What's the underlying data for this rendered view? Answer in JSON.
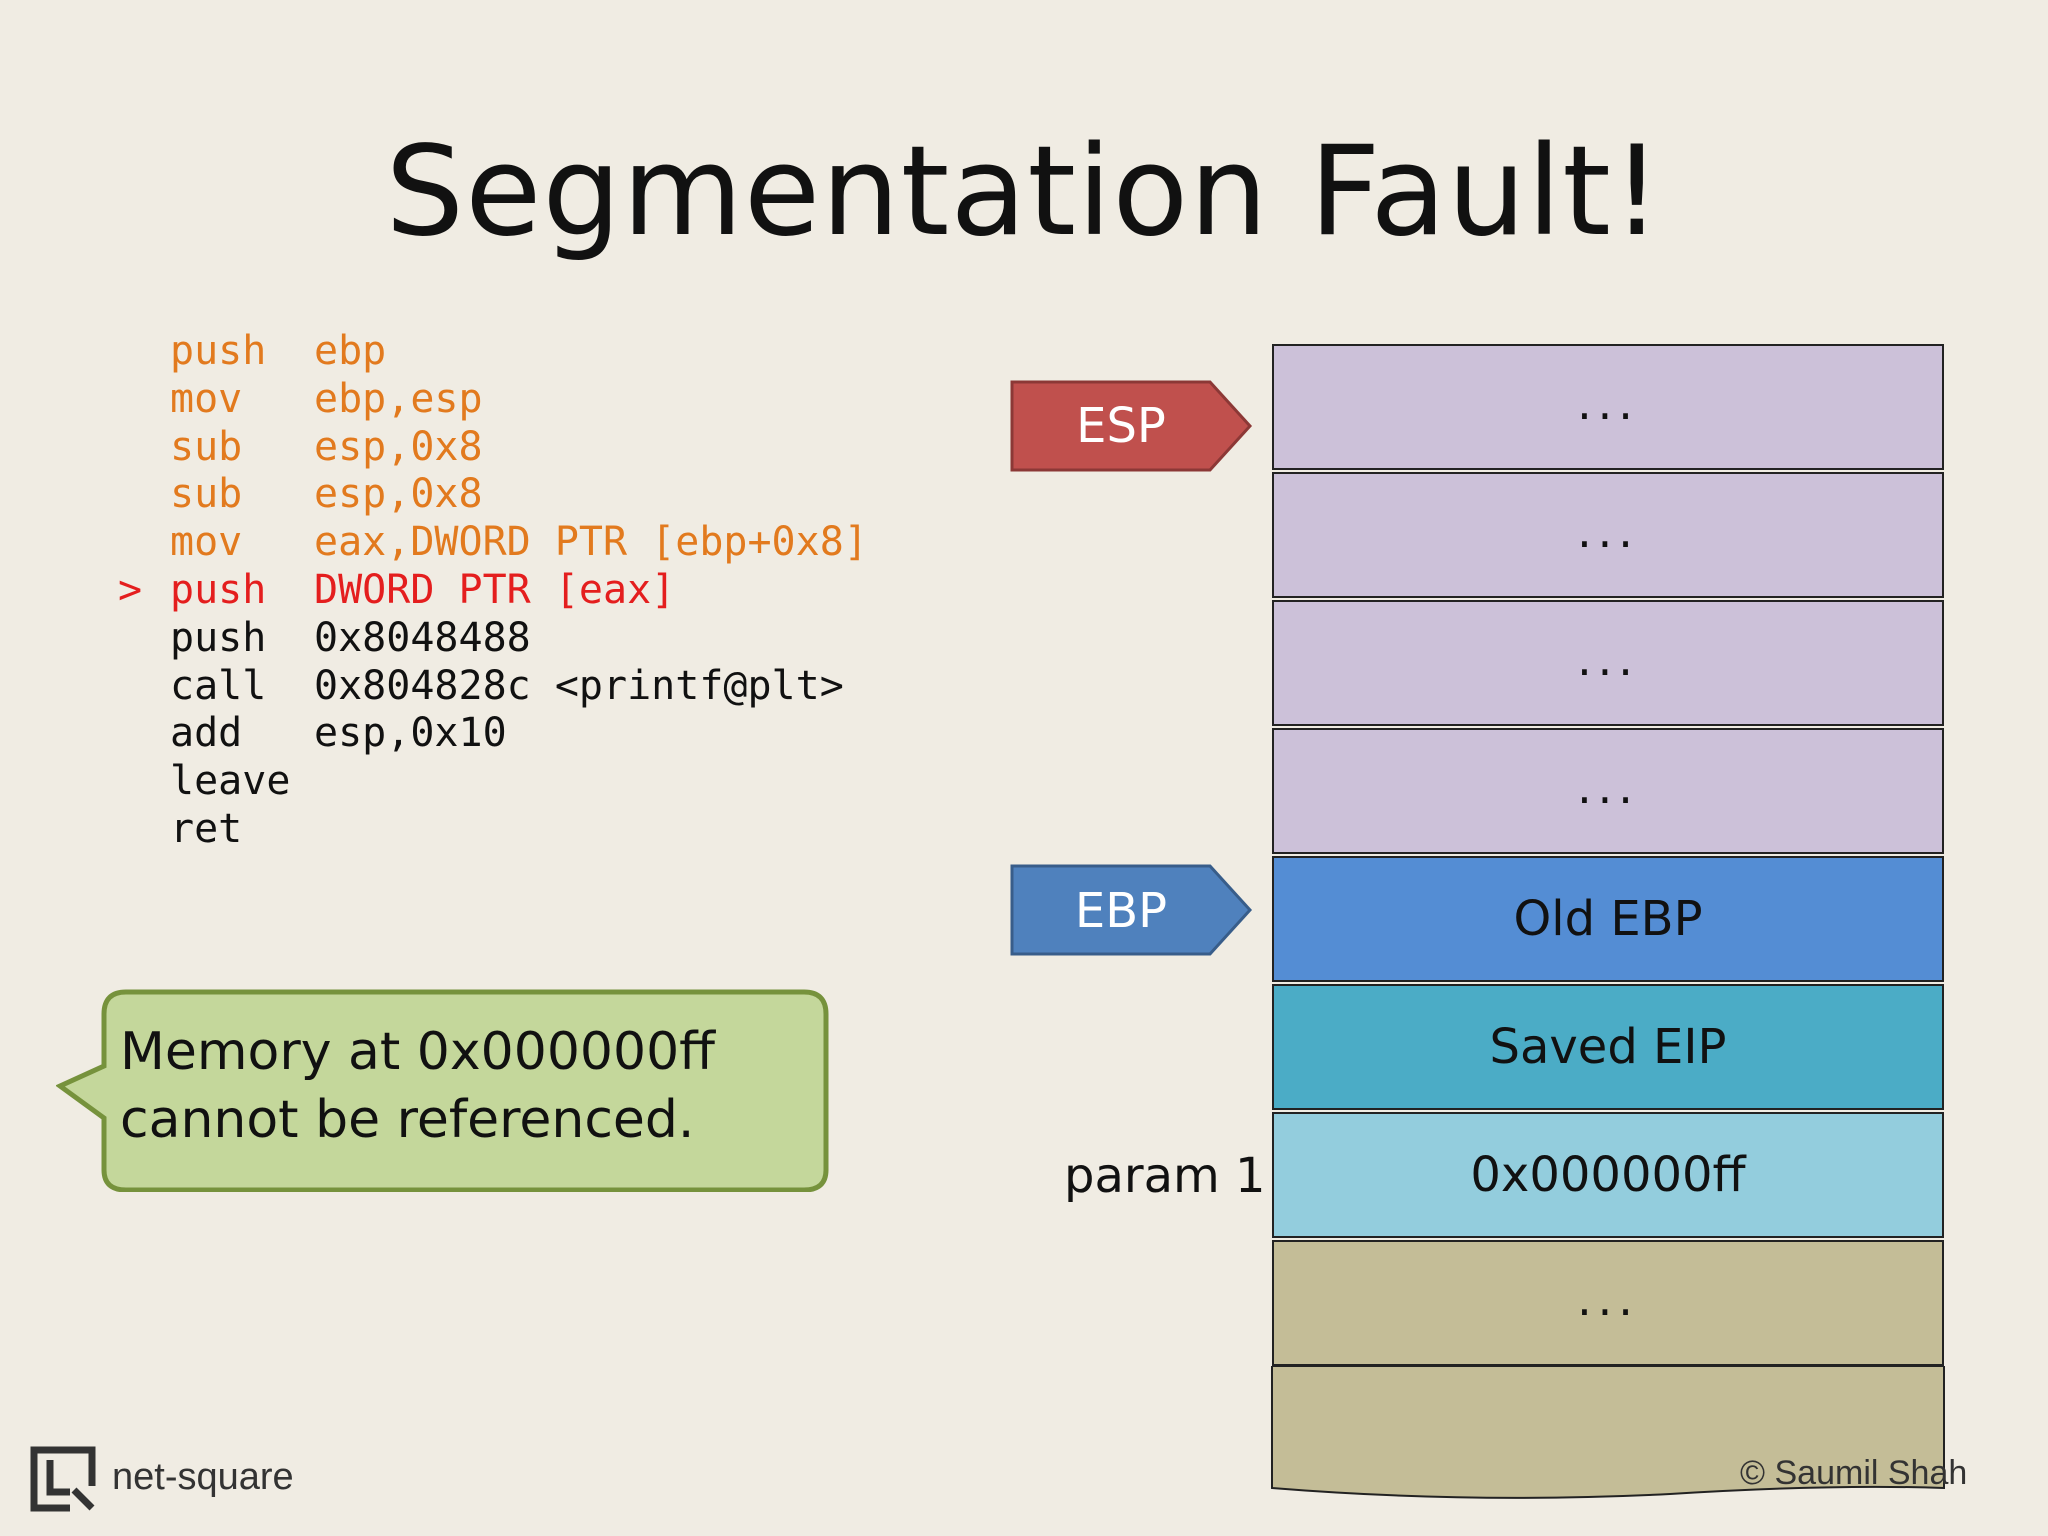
{
  "title": "Segmentation Fault!",
  "colors": {
    "background": "#f0ece3",
    "instruction_done": "#e27a1e",
    "instruction_current": "#e41e1e",
    "instruction_pending": "#111111",
    "esp_arrow": "#c0504d",
    "ebp_arrow": "#4f81bd",
    "stack_upper": "#ccc1d9",
    "old_ebp": "#548dd4",
    "saved_eip": "#4bacc6",
    "param": "#93cddd",
    "stack_lower": "#c4bd97",
    "callout_fill": "#c4d79b",
    "callout_border": "#76923c"
  },
  "code": [
    {
      "marker": "",
      "op": "push",
      "args": "ebp",
      "state": "done"
    },
    {
      "marker": "",
      "op": "mov",
      "args": "ebp,esp",
      "state": "done"
    },
    {
      "marker": "",
      "op": "sub",
      "args": "esp,0x8",
      "state": "done"
    },
    {
      "marker": "",
      "op": "sub",
      "args": "esp,0x8",
      "state": "done"
    },
    {
      "marker": "",
      "op": "mov",
      "args": "eax,DWORD PTR [ebp+0x8]",
      "state": "done"
    },
    {
      "marker": ">",
      "op": "push",
      "args": "DWORD PTR [eax]",
      "state": "current"
    },
    {
      "marker": "",
      "op": "push",
      "args": "0x8048488",
      "state": "pending"
    },
    {
      "marker": "",
      "op": "call",
      "args": "0x804828c <printf@plt>",
      "state": "pending"
    },
    {
      "marker": "",
      "op": "add",
      "args": "esp,0x10",
      "state": "pending"
    },
    {
      "marker": "",
      "op": "leave",
      "args": "",
      "state": "pending"
    },
    {
      "marker": "",
      "op": "ret",
      "args": "",
      "state": "pending"
    }
  ],
  "callout": {
    "line1": "Memory at 0x000000ff",
    "line2": "cannot be referenced."
  },
  "pointers": {
    "esp": "ESP",
    "ebp": "EBP"
  },
  "stack": [
    {
      "text": "...",
      "color": "#ccc1d9"
    },
    {
      "text": "...",
      "color": "#ccc1d9"
    },
    {
      "text": "...",
      "color": "#ccc1d9"
    },
    {
      "text": "...",
      "color": "#ccc1d9"
    },
    {
      "text": "Old EBP",
      "color": "#548dd4"
    },
    {
      "text": "Saved EIP",
      "color": "#4bacc6"
    },
    {
      "text": "0x000000ff",
      "color": "#93cddd"
    },
    {
      "text": "...",
      "color": "#c4bd97"
    },
    {
      "text": "",
      "color": "#c4bd97"
    }
  ],
  "param_label": "param 1",
  "footer": {
    "logo_text": "net-square",
    "credit": "© Saumil Shah"
  }
}
